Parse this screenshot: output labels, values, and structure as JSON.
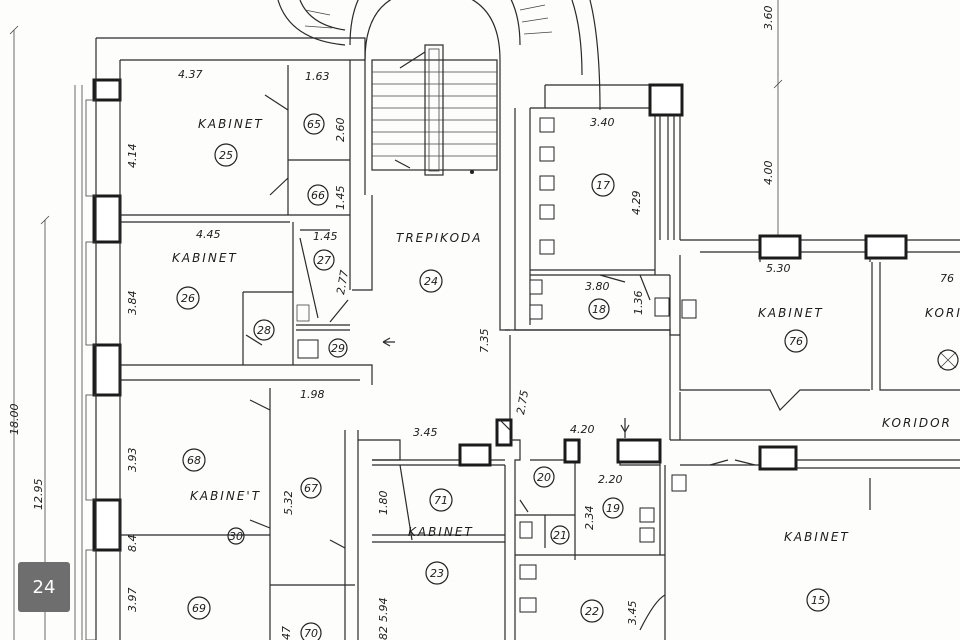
{
  "page_badge": "24",
  "room_labels": {
    "kabinet_25": "KABINET",
    "kabinet_26": "KABINET",
    "kabinet_68": "KABINE'T",
    "kabinet_71": "KABINET",
    "kabinet_76": "KABINET",
    "kabinet_15": "KABINET",
    "kabinet_right_cut": "KORI",
    "trepikoda": "TREPIKODA",
    "koridor": "KORIDOR"
  },
  "room_numbers": {
    "r65": "65",
    "r25": "25",
    "r66": "66",
    "r26": "26",
    "r27": "27",
    "r28": "28",
    "r29": "29",
    "r24": "24",
    "r17": "17",
    "r18": "18",
    "r76": "76",
    "r68": "68",
    "r67": "67",
    "r30": "30",
    "r69": "69",
    "r70": "70",
    "r71": "71",
    "r20": "20",
    "r19": "19",
    "r21": "21",
    "r23": "23",
    "r22": "22",
    "r15": "15"
  },
  "dimensions": {
    "d_437": "4.37",
    "d_163": "1.63",
    "d_260": "2.60",
    "d_414": "4.14",
    "d_145a": "1.45",
    "d_445": "4.45",
    "d_145b": "1.45",
    "d_277": "2.77",
    "d_384": "3.84",
    "d_340": "3.40",
    "d_429": "4.29",
    "d_380": "3.80",
    "d_136": "1.36",
    "d_530": "5.30",
    "d_735": "7.35",
    "d_275": "2.75",
    "d_198": "1.98",
    "d_345a": "3.45",
    "d_420": "4.20",
    "d_220": "2.20",
    "d_393": "3.93",
    "d_532": "5.32",
    "d_180": "1.80",
    "d_234": "2.34",
    "d_397": "3.97",
    "d_594": "5.94",
    "d_345b": "3.45",
    "d_1800": "18.00",
    "d_1295": "12.95",
    "d_400": "4.00",
    "d_360": "3.60",
    "d_82": "82",
    "d_47": "47",
    "d_76": "76",
    "d_84": "8.4"
  }
}
